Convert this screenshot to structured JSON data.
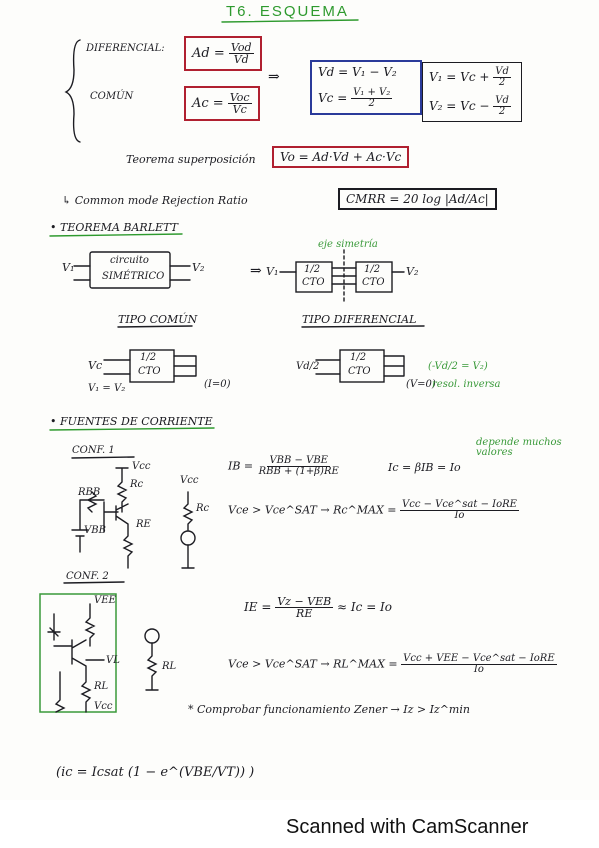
{
  "header": {
    "title": "T6. ESQUEMA"
  },
  "modes": {
    "diferencial_label": "DIFERENCIAL:",
    "comun_label": "COMÚN",
    "ad_lhs": "Ad =",
    "ad_num": "Vod",
    "ad_den": "Vd",
    "ac_lhs": "Ac =",
    "ac_num": "Voc",
    "ac_den": "Vc",
    "arrow": "⇒",
    "vd_eq": "Vd = V₁ − V₂",
    "vc_lhs": "Vc =",
    "vc_num": "V₁ + V₂",
    "vc_den": "2",
    "v1_lhs": "V₁ = Vc +",
    "v1_num": "Vd",
    "v1_den": "2",
    "v2_lhs": "V₂ = Vc −",
    "v2_num": "Vd",
    "v2_den": "2"
  },
  "superposicion": {
    "label": "Teorema superposición",
    "eq": "Vo = Ad·Vd + Ac·Vc"
  },
  "cmrr": {
    "label": "↳ Common mode Rejection Ratio",
    "eq": "CMRR = 20 log |Ad/Ac|"
  },
  "bartlett": {
    "title": "• TEOREMA BARLETT",
    "eje": "eje simetría",
    "block_l1": "circuito",
    "block_l2": "SIMÉTRICO",
    "v1": "V₁",
    "v2": "V₂",
    "half": "1/2",
    "cto": "CTO",
    "arrow": "⇒",
    "tipo_comun": "TIPO COMÚN",
    "tipo_dif": "TIPO DIFERENCIAL",
    "vc": "Vc",
    "vvv": "V₁ = V₂",
    "i0": "(I=0)",
    "vd_half": "Vd/2",
    "v0": "(V=0)",
    "dif_note1": "(-Vd/2 = V₂)",
    "dif_note2": "resol. inversa"
  },
  "fuentes": {
    "title": "• FUENTES DE CORRIENTE",
    "conf1": "CONF. 1",
    "vcc": "Vcc",
    "rc": "Rc",
    "rbb": "RBB",
    "vbb": "VBB",
    "re": "RE",
    "ib_lhs": "IB =",
    "ib_num": "VBB − VBE",
    "ib_den": "RBB + (1+β)RE",
    "ic_eq": "Ic = βIB = Io",
    "depende": "depende muchos valores",
    "vce_cond": "Vce > Vce^SAT → Rc^MAX =",
    "rcmax_num": "Vcc − Vce^sat − IoRE",
    "rcmax_den": "Io",
    "conf2": "CONF. 2",
    "vee": "VEE",
    "vl": "VL",
    "rl": "RL",
    "ie_lhs": "IE =",
    "ie_num": "Vz − VEB",
    "ie_den": "RE",
    "ie_tail": "≈ Ic = Io",
    "vce2_cond": "Vce > Vce^SAT → RL^MAX =",
    "rlmax_num": "Vcc + VEE − Vce^sat − IoRE",
    "rlmax_den": "Io",
    "zener_note": "* Comprobar funcionamiento Zener → Iz > Iz^min",
    "ic_exp": "(ic = Icsat (1 − e^(VBE/VT)) )"
  },
  "footer": {
    "text": "Scanned with CamScanner"
  }
}
